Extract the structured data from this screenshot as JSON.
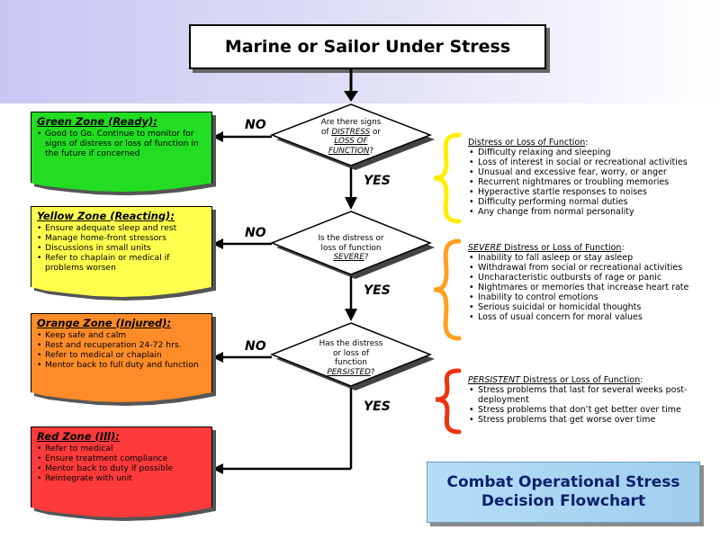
{
  "title": "Marine or Sailor Under Stress",
  "decisions": [
    {
      "line1": "Are there signs",
      "line2_pre": "of ",
      "line2_em": "DISTRESS",
      "line2_post": " or",
      "line3_em": "LOSS OF",
      "line4_em": "FUNCTION",
      "line4_post": "?"
    },
    {
      "line1": "Is the distress or",
      "line2": "loss of function",
      "line3_em": "SEVERE",
      "line3_post": "?"
    },
    {
      "line1": "Has the distress",
      "line2": "or loss of",
      "line3": "function",
      "line4_em": "PERSISTED",
      "line4_post": "?"
    }
  ],
  "labels": {
    "no": "NO",
    "yes": "YES"
  },
  "zones": [
    {
      "title": "Green Zone (Ready)",
      "colon": ":",
      "items": [
        "Good to Go. Continue to monitor for signs of distress or loss of function in the future if concerned"
      ]
    },
    {
      "title": "Yellow Zone (Reacting)",
      "colon": ":",
      "items": [
        "Ensure adequate sleep and rest",
        "Manage home-front stressors",
        "Discussions in small units",
        "Refer to chaplain or medical if problems worsen"
      ]
    },
    {
      "title": "Orange Zone (Injured)",
      "colon": ":",
      "items": [
        "Keep safe and calm",
        "Rest and recuperation 24-72 hrs.",
        "Refer to medical or chaplain",
        "Mentor back to full duty and function"
      ]
    },
    {
      "title": "Red Zone (Ill)",
      "colon": ":",
      "items": [
        "Refer to medical",
        "Ensure treatment compliance",
        "Mentor back to duty if possible",
        "Reintegrate with unit"
      ]
    }
  ],
  "lists": [
    {
      "title_em": "",
      "title": "Distress or Loss of Function",
      "colon": ":",
      "items": [
        "Difficulty relaxing and sleeping",
        "Loss of interest in social or recreational activities",
        "Unusual and excessive fear, worry, or anger",
        "Recurrent nightmares or troubling memories",
        "Hyperactive startle responses to noises",
        "Difficulty performing normal duties",
        "Any change from normal personality"
      ]
    },
    {
      "title_em": "SEVERE",
      "title": " Distress or Loss of Function",
      "colon": ":",
      "items": [
        "Inability to fall asleep or stay asleep",
        "Withdrawal from social or recreational activities",
        "Uncharacteristic outbursts of rage or panic",
        "Nightmares or memories that increase heart rate",
        "Inability to control emotions",
        "Serious suicidal or homicidal thoughts",
        "Loss of usual concern for moral values"
      ]
    },
    {
      "title_em": "PERSISTENT",
      "title": " Distress or Loss of Function",
      "colon": ":",
      "items": [
        "Stress problems that last for several weeks post-deployment",
        "Stress problems that don’t get better over time",
        "Stress problems that get worse over time"
      ]
    }
  ],
  "footer_title_line1": "Combat Operational Stress",
  "footer_title_line2": "Decision Flowchart",
  "colors": {
    "green": "#22dd22",
    "yellow": "#ffff4d",
    "orange": "#ff8c28",
    "red": "#ff3a3a",
    "brace_yellow": "#ffee00",
    "brace_orange": "#ffa020",
    "brace_red": "#ee3311",
    "title_blue": "#0d1f6e"
  }
}
